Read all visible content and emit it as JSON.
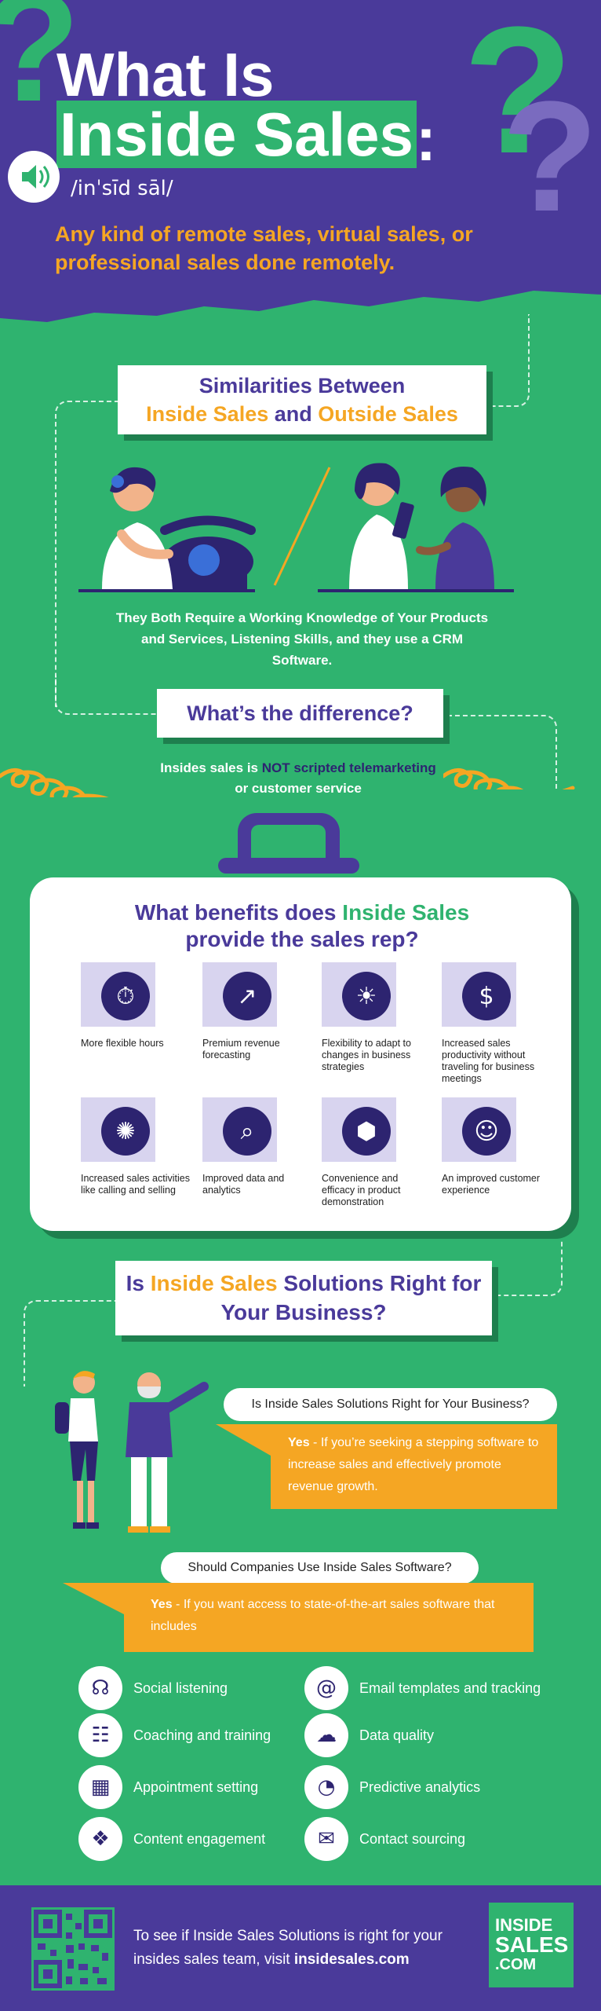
{
  "header": {
    "title_line1": "What Is",
    "title_line2": "Inside Sales",
    "title_colon": ":",
    "phonetic": "/inˈsīd sāl/",
    "definition": "Any kind of remote sales, virtual sales, or professional sales done remotely.",
    "speaker_icon": "speaker-icon",
    "question_mark_glyph": "?"
  },
  "similarities": {
    "title_part1": "Similarities Between",
    "title_inside": "Inside Sales",
    "title_and": "and",
    "title_outside": "Outside Sales",
    "text": "They Both Require a Working Knowledge of Your Products and Services, Listening Skills, and they use a CRM Software."
  },
  "difference": {
    "title": "What’s the difference?",
    "text_before": "Insides sales is ",
    "text_not": "NOT scripted telemarketing",
    "text_after": "or customer service"
  },
  "benefits": {
    "title_part1": "What benefits does",
    "title_highlight": "Inside Sales",
    "title_part2": "provide the sales rep?",
    "items": [
      {
        "label": "More flexible hours",
        "icon": "stopwatch-icon",
        "glyph": "⏱"
      },
      {
        "label": "Premium revenue forecasting",
        "icon": "revenue-arrow-icon",
        "glyph": "↗"
      },
      {
        "label": "Flexibility to adapt to changes in business strategies",
        "icon": "brain-idea-icon",
        "glyph": "☀"
      },
      {
        "label": "Increased sales productivity without traveling for business meetings",
        "icon": "money-hand-icon",
        "glyph": "$"
      },
      {
        "label": "Increased sales activities like calling and selling",
        "icon": "badge-gear-icon",
        "glyph": "✺"
      },
      {
        "label": "Improved data and analytics",
        "icon": "magnifier-chart-icon",
        "glyph": "⌕"
      },
      {
        "label": "Convenience and efficacy in product demonstration",
        "icon": "box-hands-icon",
        "glyph": "⬢"
      },
      {
        "label": "An improved customer experience",
        "icon": "faces-icon",
        "glyph": "☺"
      }
    ]
  },
  "business": {
    "title_part1": "Is",
    "title_highlight": "Inside Sales",
    "title_part2": "Solutions Right for Your Business?",
    "question1": "Is Inside Sales Solutions Right for Your Business?",
    "answer1_yes": "Yes",
    "answer1_text": " - If you’re seeking a stepping software to increase sales and effectively promote revenue growth.",
    "question2": "Should Companies Use Inside Sales Software?",
    "answer2_yes": "Yes",
    "answer2_text": " - If you want access to state-of-the-art sales software that includes",
    "features": [
      {
        "label": "Social listening",
        "icon": "ear-icon",
        "glyph": "☊"
      },
      {
        "label": "Email templates and tracking",
        "icon": "email-at-icon",
        "glyph": "@"
      },
      {
        "label": "Coaching and training",
        "icon": "presentation-icon",
        "glyph": "☷"
      },
      {
        "label": "Data quality",
        "icon": "cloud-data-icon",
        "glyph": "☁"
      },
      {
        "label": "Appointment setting",
        "icon": "calendar-icon",
        "glyph": "▦"
      },
      {
        "label": "Predictive analytics",
        "icon": "analytics-person-icon",
        "glyph": "◔"
      },
      {
        "label": "Content engagement",
        "icon": "engagement-icon",
        "glyph": "❖"
      },
      {
        "label": "Contact sourcing",
        "icon": "envelope-icon",
        "glyph": "✉"
      }
    ]
  },
  "footer": {
    "text_before": "To see if Inside Sales Solutions is right for your insides sales team, visit ",
    "link": "insidesales.com",
    "logo_line1": "INSIDE",
    "logo_line2": "SALES",
    "logo_line3": ".COM",
    "qr_icon": "qr-code-icon"
  },
  "colors": {
    "purple": "#4a3a9a",
    "green": "#2fb36f",
    "orange": "#f5a623",
    "dark_navy": "#2d2470",
    "dark_green_shadow": "#1e7f4e"
  }
}
